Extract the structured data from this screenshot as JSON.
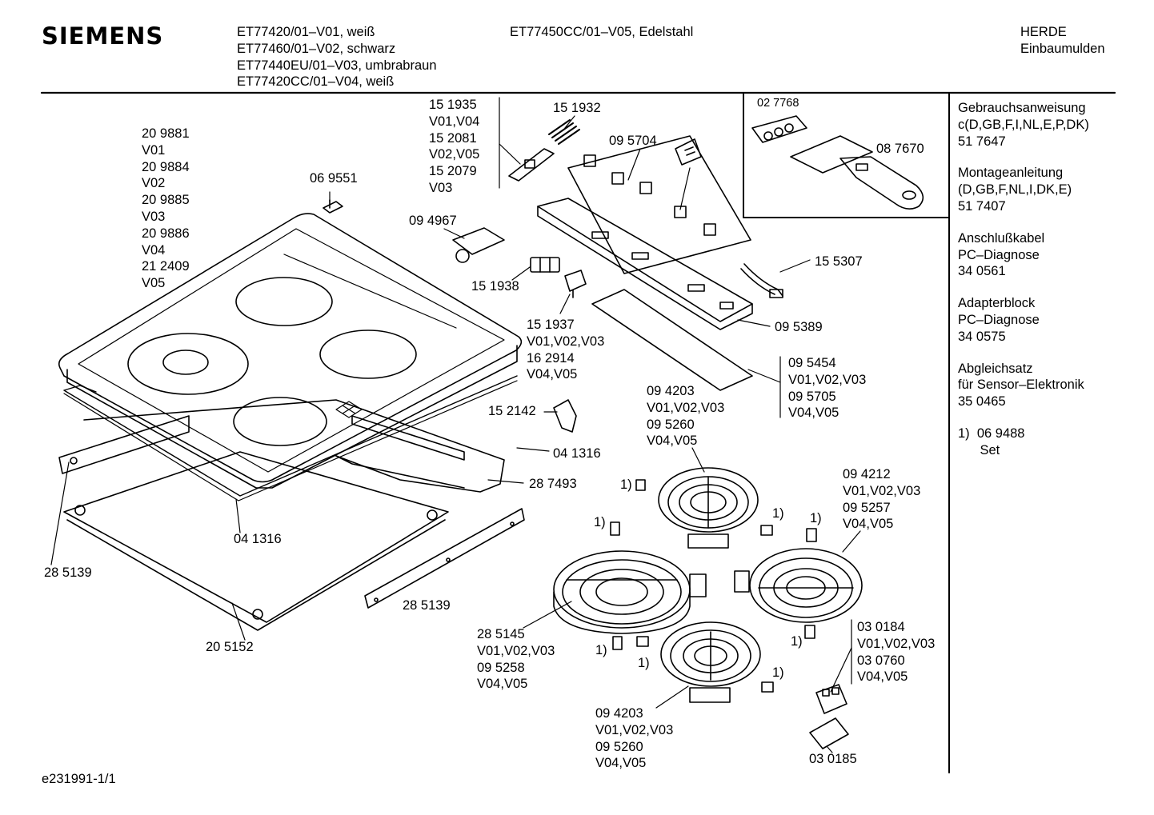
{
  "header": {
    "brand": "SIEMENS",
    "models_left": [
      "ET77420/01–V01, weiß",
      "ET77460/01–V02, schwarz",
      "ET77440EU/01–V03, umbrabraun",
      "ET77420CC/01–V04, weiß"
    ],
    "models_mid": [
      "ET77450CC/01–V05, Edelstahl"
    ],
    "category": [
      "HERDE",
      "Einbaumulden"
    ]
  },
  "sidebar": {
    "sections": [
      {
        "lines": [
          "Gebrauchsanweisung",
          "c(D,GB,F,I,NL,E,P,DK)",
          "51 7647"
        ]
      },
      {
        "lines": [
          "Montageanleitung",
          "(D,GB,F,NL,I,DK,E)",
          "51 7407"
        ]
      },
      {
        "lines": [
          "Anschlußkabel",
          "PC–Diagnose",
          "34 0561"
        ]
      },
      {
        "lines": [
          "Adapterblock",
          "PC–Diagnose",
          "34 0575"
        ]
      },
      {
        "lines": [
          "Abgleichsatz",
          "für Sensor–Elektronik",
          "35 0465"
        ]
      },
      {
        "lines": [
          "1)  06 9488",
          "      Set"
        ]
      }
    ]
  },
  "labels": {
    "glass_top": [
      "20 9881",
      "V01",
      "20 9884",
      "V02",
      "20 9885",
      "V03",
      "20 9886",
      "V04",
      "21 2409",
      "V05"
    ],
    "p069551": [
      "06 9551"
    ],
    "p151935": [
      "15 1935",
      "V01,V04",
      "15 2081",
      "V02,V05",
      "15 2079",
      "V03"
    ],
    "p151932": [
      "15 1932"
    ],
    "p095704": [
      "09 5704"
    ],
    "p027768": [
      "02 7768"
    ],
    "p087670": [
      "08 7670"
    ],
    "p094967": [
      "09 4967"
    ],
    "p151938": [
      "15 1938"
    ],
    "p155307": [
      "15 5307"
    ],
    "p151937": [
      "15 1937",
      "V01,V02,V03",
      "16 2914",
      "V04,V05"
    ],
    "p095389": [
      "09 5389"
    ],
    "p095454": [
      "09 5454",
      "V01,V02,V03",
      "09 5705",
      "V04,V05"
    ],
    "p094203a": [
      "09 4203",
      "V01,V02,V03",
      "09 5260",
      "V04,V05"
    ],
    "p152142": [
      "15 2142"
    ],
    "p041316a": [
      "04 1316"
    ],
    "p287493": [
      "28 7493"
    ],
    "p094212": [
      "09 4212",
      "V01,V02,V03",
      "09 5257",
      "V04,V05"
    ],
    "p041316b": [
      "04 1316"
    ],
    "p285139a": [
      "28 5139"
    ],
    "p285139b": [
      "28 5139"
    ],
    "p205152": [
      "20 5152"
    ],
    "p285145": [
      "28 5145",
      "V01,V02,V03",
      "09 5258",
      "V04,V05"
    ],
    "p030184": [
      "03 0184",
      "V01,V02,V03",
      "03 0760",
      "V04,V05"
    ],
    "p094203b": [
      "09 4203",
      "V01,V02,V03",
      "09 5260",
      "V04,V05"
    ],
    "p030185": [
      "03 0185"
    ],
    "footnote_mark": "1)"
  },
  "footer": {
    "code": "e231991-1/1"
  }
}
